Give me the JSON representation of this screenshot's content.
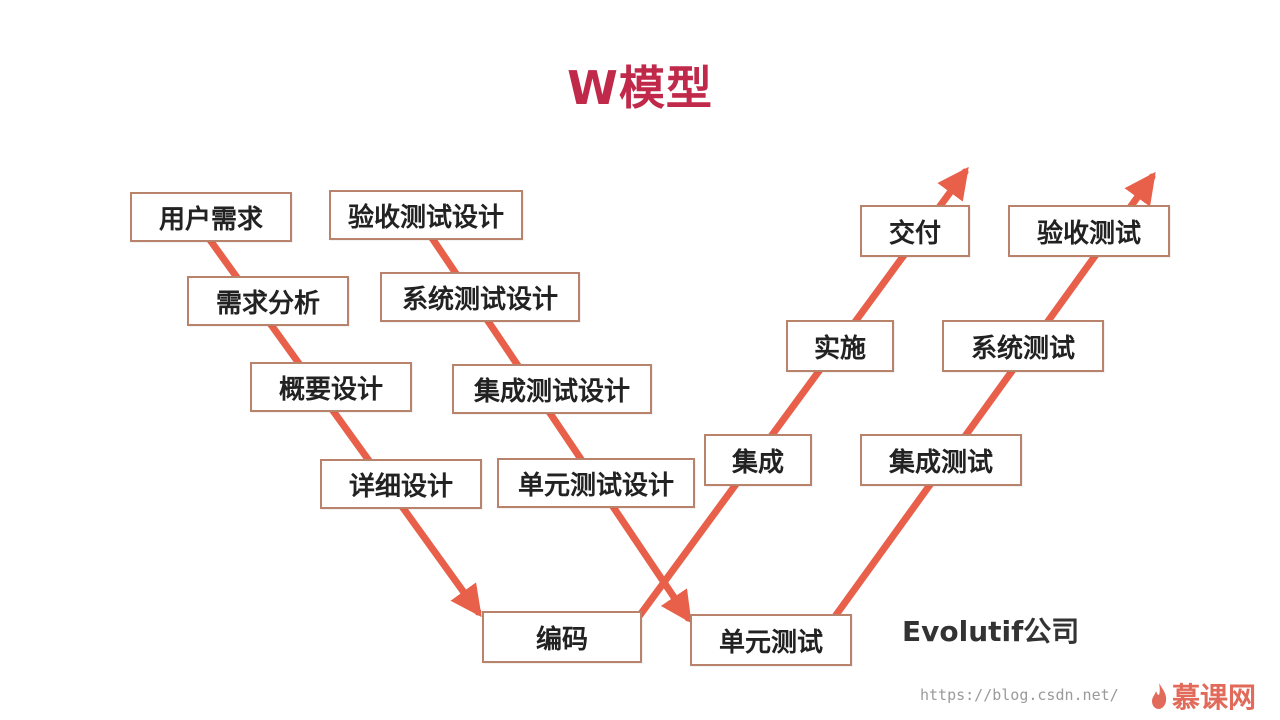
{
  "title": "W模型",
  "company": "Evolutif公司",
  "watermark": "https://blog.csdn.net/",
  "brand": "慕课网",
  "colors": {
    "arrow": "#e8604a",
    "title": "#c0294a",
    "box_border": "#b9826b"
  },
  "boxes": {
    "user_needs": "用户需求",
    "requirement_analysis": "需求分析",
    "outline_design": "概要设计",
    "detailed_design": "详细设计",
    "coding": "编码",
    "acceptance_test_design": "验收测试设计",
    "system_test_design": "系统测试设计",
    "integration_test_design": "集成测试设计",
    "unit_test_design": "单元测试设计",
    "unit_test": "单元测试",
    "integration": "集成",
    "implementation": "实施",
    "delivery": "交付",
    "integration_test": "集成测试",
    "system_test": "系统测试",
    "acceptance_test": "验收测试"
  }
}
